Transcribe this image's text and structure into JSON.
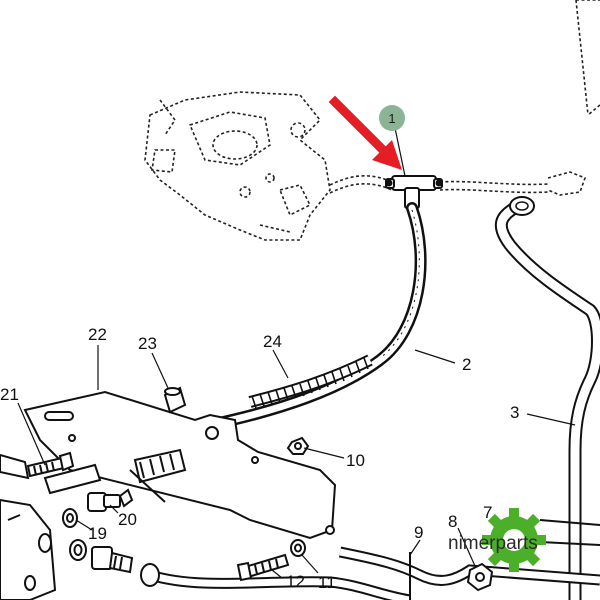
{
  "diagram": {
    "part_callouts": [
      "1",
      "2",
      "3",
      "7",
      "8",
      "9",
      "10",
      "11",
      "12",
      "19",
      "20",
      "21",
      "22",
      "23",
      "24"
    ],
    "highlight_color": "#e31e24",
    "badge_color": "#8bb496",
    "logo": {
      "text": "nimerparts",
      "gear_color": "#4caf2a"
    }
  }
}
